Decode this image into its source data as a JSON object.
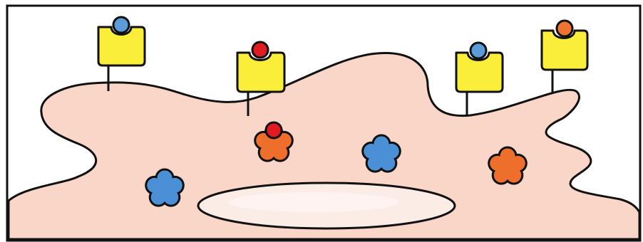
{
  "diagram": {
    "colors": {
      "background": "#ffffff",
      "frame": "#111111",
      "cell_fill": "#f9d6c7",
      "cell_outline": "#111111",
      "nucleus_fill": "#fbece6",
      "receptor_fill": "#fbee3a",
      "ligand_blue": "#5a9bd8",
      "ligand_red": "#e01b22",
      "ligand_orange": "#ef7432",
      "flower_blue": "#4b8fd6",
      "flower_orange": "#ee6f2c"
    },
    "receptors": [
      {
        "id": "receptor-1",
        "ligand": "blue-ligand"
      },
      {
        "id": "receptor-2",
        "ligand": "red-ligand"
      },
      {
        "id": "receptor-3",
        "ligand": "blue-ligand"
      },
      {
        "id": "receptor-4",
        "ligand": "orange-ligand"
      }
    ],
    "intracellular_molecules": [
      {
        "id": "orange-flower-with-red-dot",
        "color": "orange",
        "bound": "red"
      },
      {
        "id": "blue-flower-center",
        "color": "blue"
      },
      {
        "id": "orange-flower-right",
        "color": "orange"
      },
      {
        "id": "blue-flower-left",
        "color": "blue"
      }
    ]
  }
}
